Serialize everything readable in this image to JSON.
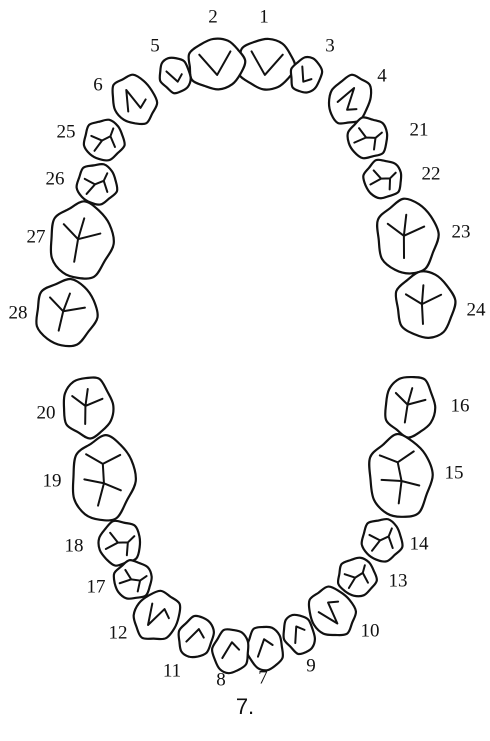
{
  "figure": {
    "caption": "7."
  },
  "colors": {
    "ink": "#111111",
    "paper": "#ffffff"
  },
  "upper_arch": {
    "teeth": [
      {
        "number": "1",
        "type": "central-incisor"
      },
      {
        "number": "2",
        "type": "central-incisor"
      },
      {
        "number": "3",
        "type": "lateral-incisor"
      },
      {
        "number": "5",
        "type": "lateral-incisor"
      },
      {
        "number": "4",
        "type": "canine"
      },
      {
        "number": "6",
        "type": "canine"
      },
      {
        "number": "21",
        "type": "premolar"
      },
      {
        "number": "25",
        "type": "premolar"
      },
      {
        "number": "22",
        "type": "premolar"
      },
      {
        "number": "26",
        "type": "premolar"
      },
      {
        "number": "23",
        "type": "molar"
      },
      {
        "number": "27",
        "type": "molar"
      },
      {
        "number": "24",
        "type": "molar"
      },
      {
        "number": "28",
        "type": "molar"
      }
    ]
  },
  "lower_arch": {
    "teeth": [
      {
        "number": "16",
        "type": "molar"
      },
      {
        "number": "20",
        "type": "molar"
      },
      {
        "number": "15",
        "type": "molar-large"
      },
      {
        "number": "19",
        "type": "molar-large"
      },
      {
        "number": "14",
        "type": "premolar"
      },
      {
        "number": "18",
        "type": "premolar"
      },
      {
        "number": "13",
        "type": "premolar"
      },
      {
        "number": "17",
        "type": "premolar"
      },
      {
        "number": "10",
        "type": "canine"
      },
      {
        "number": "12",
        "type": "canine"
      },
      {
        "number": "9",
        "type": "incisor"
      },
      {
        "number": "11",
        "type": "incisor"
      },
      {
        "number": "7",
        "type": "incisor"
      },
      {
        "number": "8",
        "type": "incisor"
      }
    ]
  }
}
